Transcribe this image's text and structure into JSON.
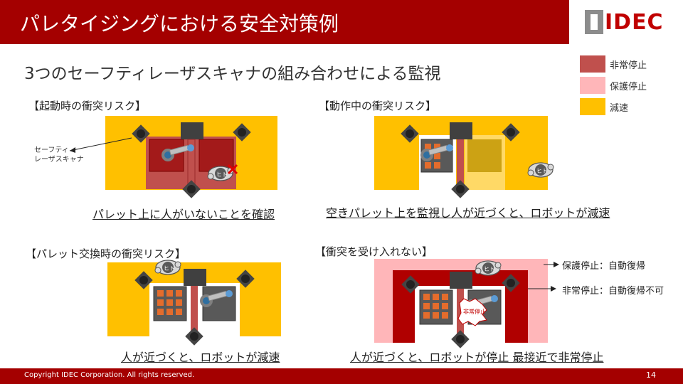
{
  "header": {
    "title": "パレタイジングにおける安全対策例",
    "logo_text": "IDEC"
  },
  "subtitle": "3つのセーフティレーザスキャナの組み合わせによる監視",
  "legend": [
    {
      "label": "非常停止",
      "color": "#c0504d"
    },
    {
      "label": "保護停止",
      "color": "#ffb6b9"
    },
    {
      "label": "減速",
      "color": "#ffc000"
    }
  ],
  "colors": {
    "brand": "#a40000",
    "emergency_zone": "#c0504d",
    "emergency_dark": "#b00000",
    "slowdown_zone": "#ffc000",
    "stop_zone": "#ffb6b9"
  },
  "icons": [
    "laser-scanner-icon",
    "robot-arm-icon",
    "person-icon",
    "red-x-icon",
    "pallet-icon",
    "arrow-icon"
  ],
  "scenarios": [
    {
      "title": "【起動時の衝突リスク】",
      "caption": "パレット上に人がいないことを確認",
      "callout": [
        "セーフティ",
        "レーザスキャナ"
      ],
      "person_label": "ヒト"
    },
    {
      "title": "【動作中の衝突リスク】",
      "caption": "空きパレット上を監視し人が近づくと、ロボットが減速",
      "person_label": "ヒト"
    },
    {
      "title": "【パレット交換時の衝突リスク】",
      "caption": "人が近づくと、ロボットが減速",
      "person_label": "ヒト"
    },
    {
      "title": "【衝突を受け入れない】",
      "caption": "人が近づくと、ロボットが停止 最接近で非常停止",
      "person_label": "ヒト",
      "stop_badge": "非常停止",
      "notes": [
        "保護停止：自動復帰",
        "非常停止：自動復帰不可"
      ]
    }
  ],
  "footer": {
    "copyright": "Copyright IDEC  Corporation. All rights reserved.",
    "page_number": "14"
  }
}
